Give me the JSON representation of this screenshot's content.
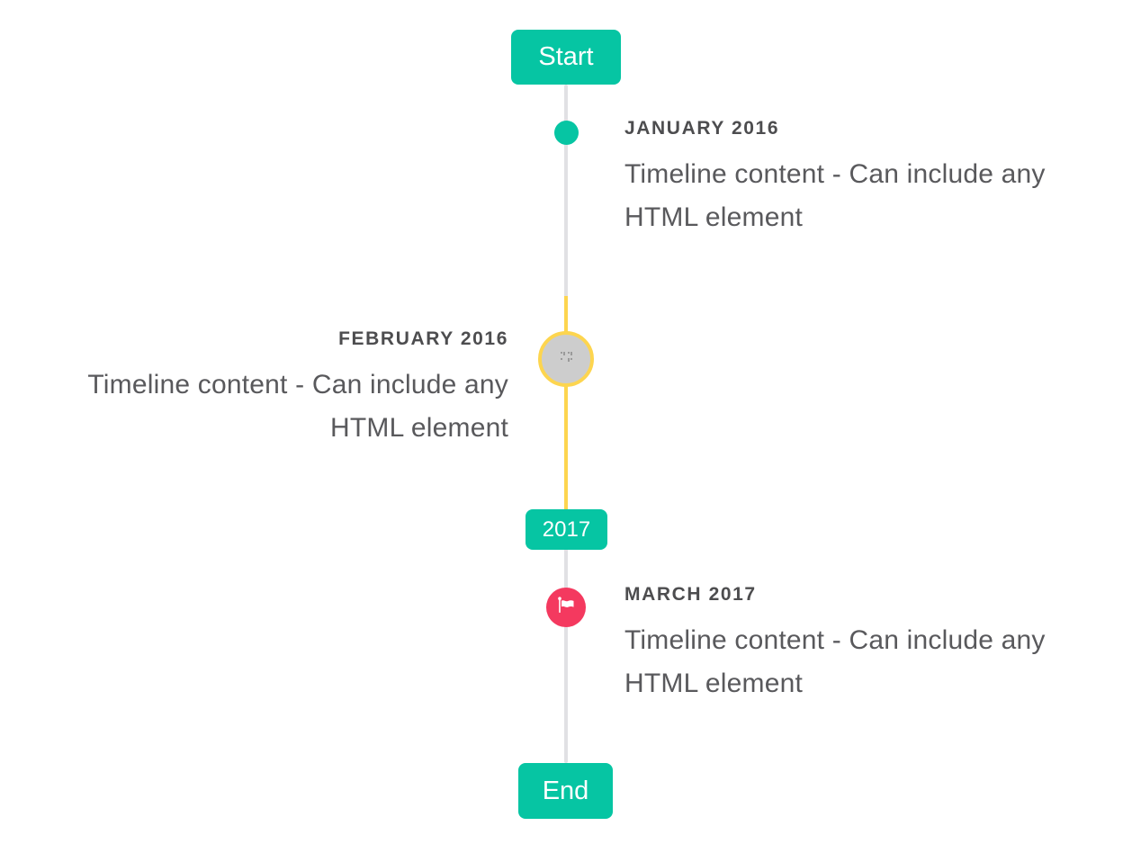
{
  "timeline": {
    "start_badge": "Start",
    "period_badge": "2017",
    "end_badge": "End",
    "items": [
      {
        "date": "JANUARY 2016",
        "text": "Timeline content - Can include any HTML element",
        "side": "right",
        "marker": "teal-dot"
      },
      {
        "date": "FEBRUARY 2016",
        "text": "Timeline content - Can include any HTML element",
        "side": "left",
        "marker": "gray-image-circle-yellow-ring"
      },
      {
        "date": "MARCH 2017",
        "text": "Timeline content - Can include any HTML element",
        "side": "right",
        "marker": "red-flag-circle"
      }
    ],
    "colors": {
      "accent_teal": "#06c5a3",
      "highlight_yellow": "#fdd54f",
      "flag_red": "#f4395f",
      "line_gray": "#e1e1e4",
      "circle_gray": "#cdcdcd",
      "date_text": "#4d4d4f",
      "content_text": "#59595c"
    }
  }
}
